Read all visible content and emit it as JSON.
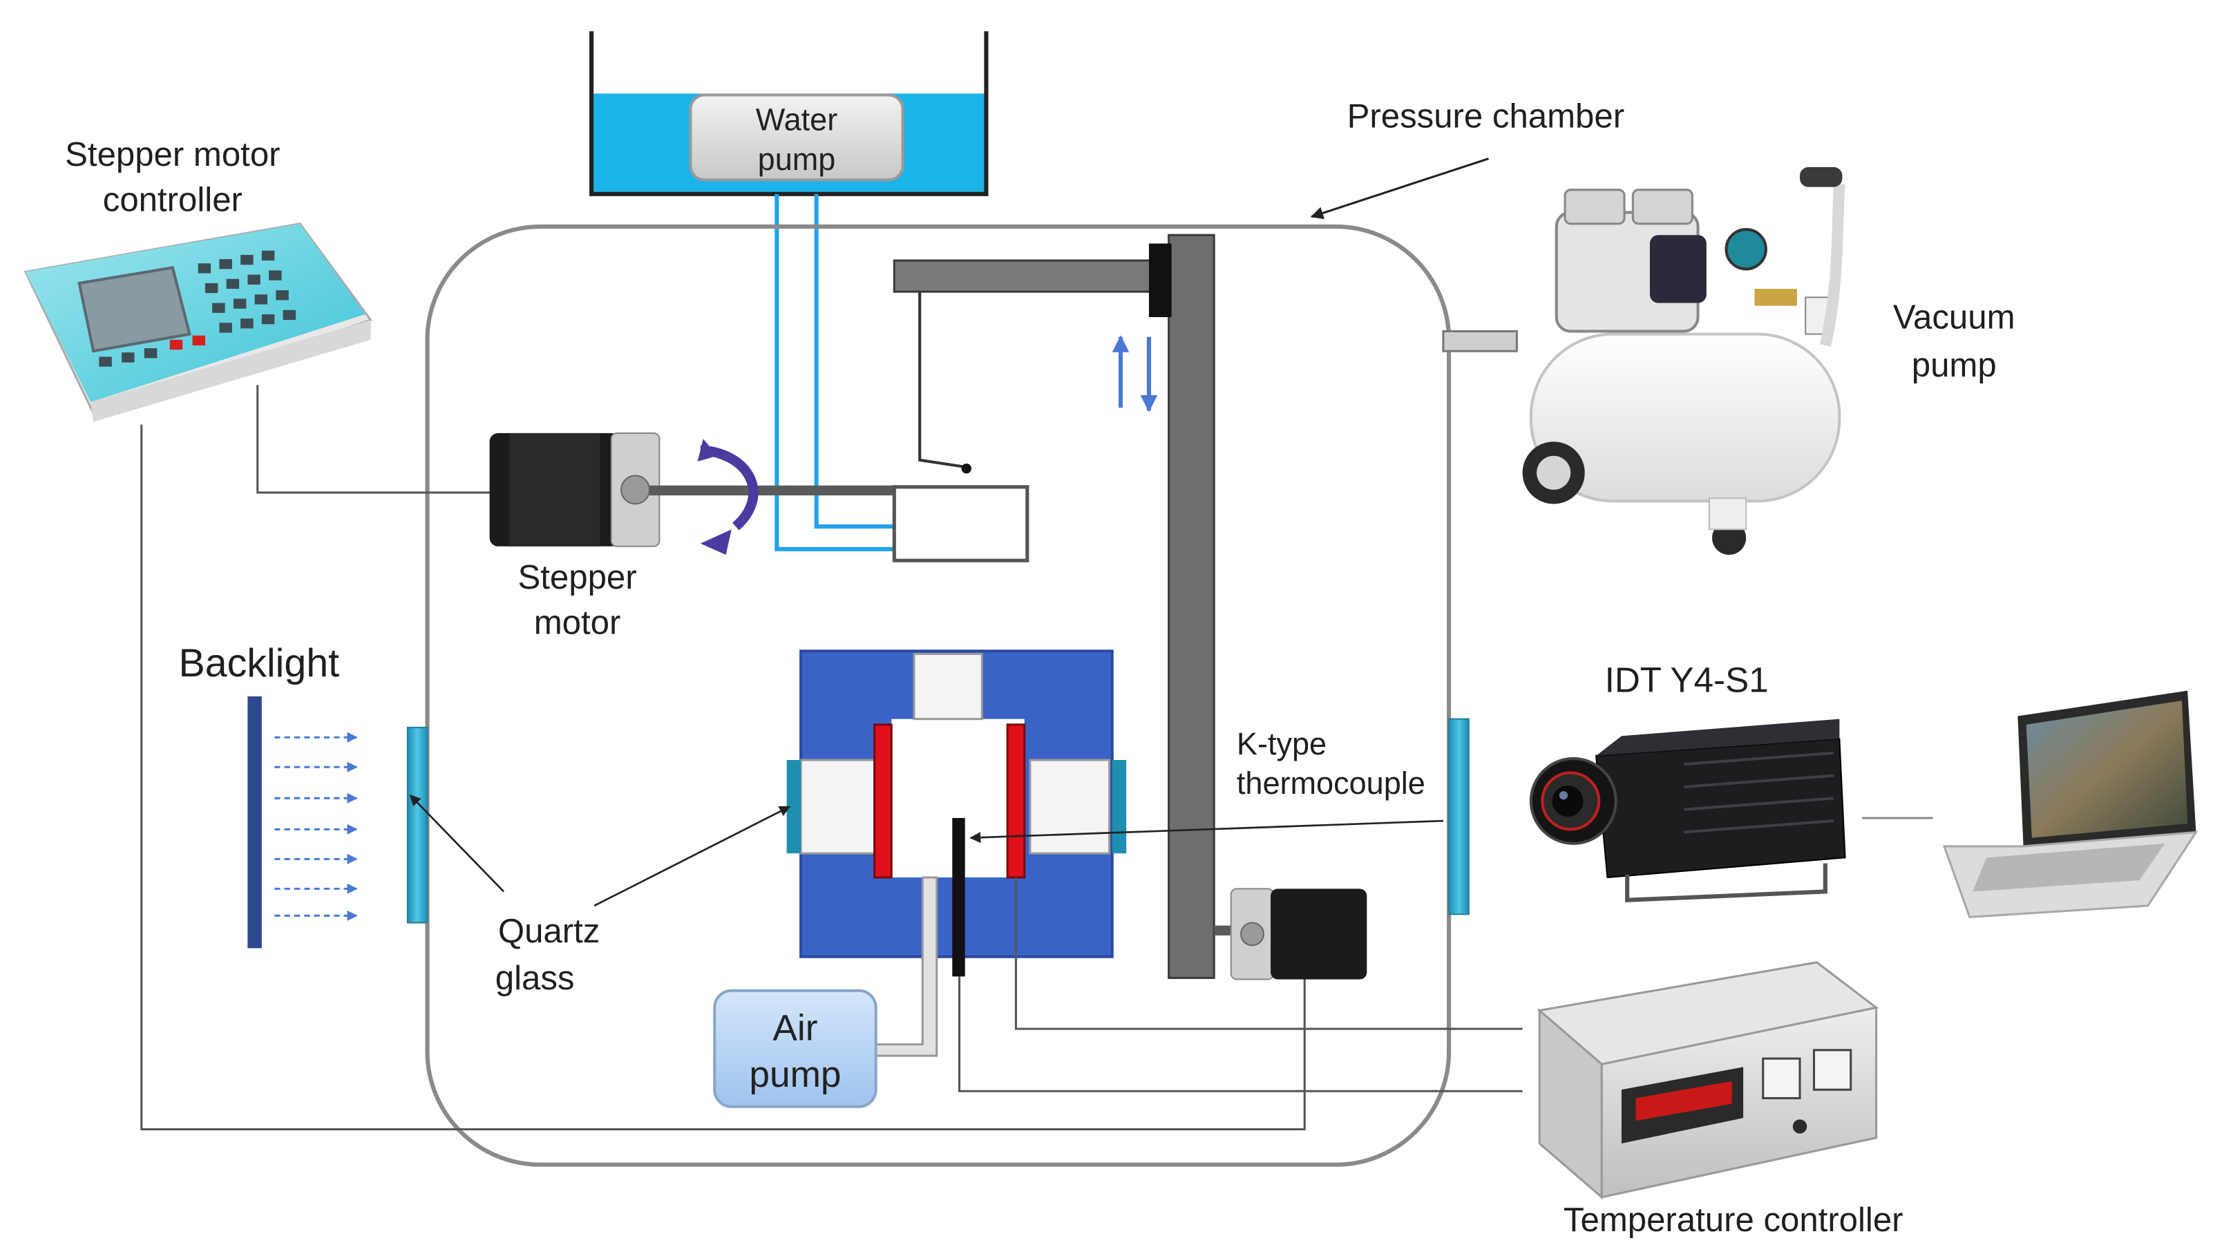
{
  "labels": {
    "water_pump": [
      "Water",
      "pump"
    ],
    "pressure_chamber": "Pressure chamber",
    "stepper_controller": [
      "Stepper motor",
      "controller"
    ],
    "vacuum_pump": [
      "Vacuum",
      "pump"
    ],
    "stepper_motor": [
      "Stepper",
      "motor"
    ],
    "backlight": "Backlight",
    "thermocouple": [
      "K-type",
      "thermocouple"
    ],
    "camera": "IDT Y4-S1",
    "quartz_glass": [
      "Quartz",
      "glass"
    ],
    "air_pump": [
      "Air",
      "pump"
    ],
    "temperature_controller": "Temperature controller"
  },
  "colors": {
    "water": "#1cb4e8",
    "water_pipe": "#22a3ea",
    "furnace": "#3a63c8",
    "heater": "#e0101a",
    "rod": "#6e6e6e",
    "chamber_outline": "#8a8a8a",
    "backlight": "#2e4a8e",
    "motion_arrows": "#4a78d4",
    "rotation_arrow": "#4b3aa0"
  }
}
